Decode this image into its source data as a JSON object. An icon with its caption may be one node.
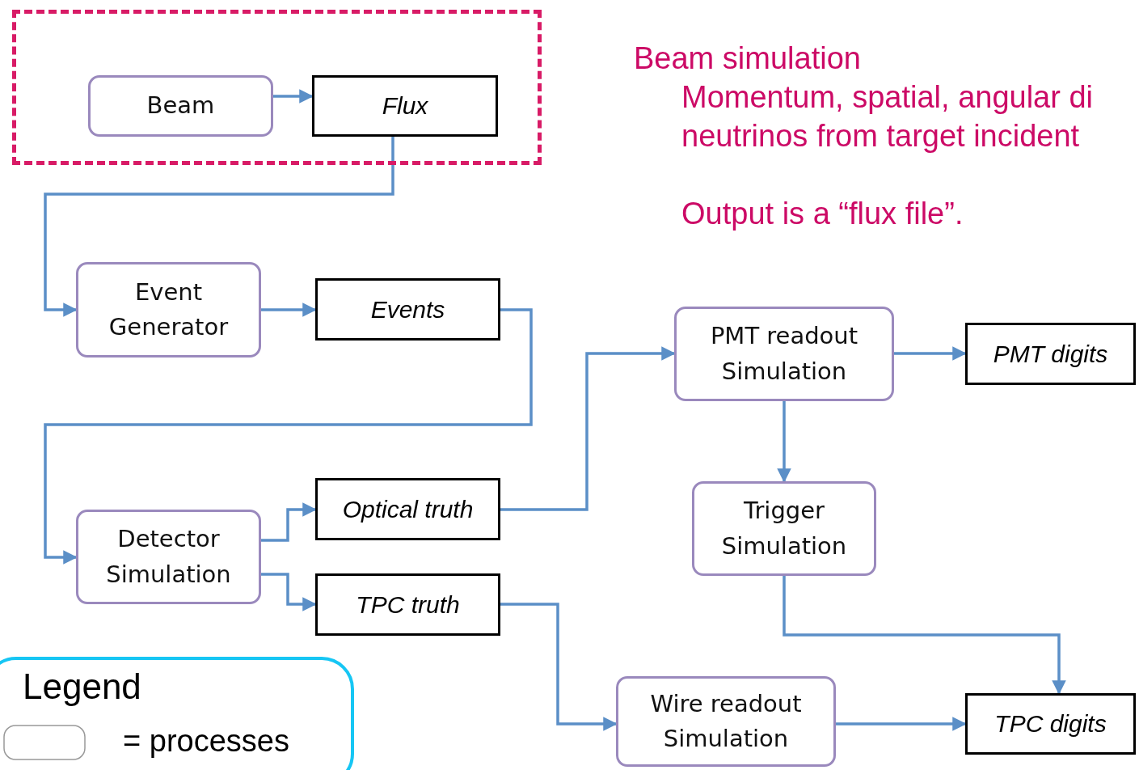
{
  "diagram": {
    "nodes": [
      {
        "text": [],
        "shape": "box"
      },
      {
        "text": [
          "Beam"
        ],
        "in": 0
      },
      {
        "text": [
          "Flux"
        ],
        "in": 0
      },
      {
        "text": [
          "Event Generator"
        ]
      },
      {
        "text": [
          "Events"
        ]
      },
      {
        "text": [
          "Detector Simulation"
        ]
      },
      {
        "text": [
          "Optical truth"
        ]
      },
      {
        "text": [
          "TPC truth"
        ]
      },
      {
        "text": [
          "PMT readout Simulation"
        ]
      },
      {
        "text": [
          "PMT digits"
        ]
      },
      {
        "text": [
          "Trigger Simulation"
        ]
      },
      {
        "text": [
          "Wire readout Simulation"
        ]
      },
      {
        "text": [
          "TPC digits"
        ]
      }
    ],
    "edges": [
      {
        "from": 1,
        "to": 2,
        "arrow": "to"
      },
      {
        "from": 2,
        "to": 3,
        "arrow": "to"
      },
      {
        "from": 3,
        "to": 4,
        "arrow": "to"
      },
      {
        "from": 4,
        "to": 5,
        "arrow": "to"
      },
      {
        "from": 5,
        "to": 6,
        "arrow": "to"
      },
      {
        "from": 5,
        "to": 7,
        "arrow": "to"
      },
      {
        "from": 6,
        "to": 8,
        "arrow": "to"
      },
      {
        "from": 8,
        "to": 9,
        "arrow": "to"
      },
      {
        "from": 8,
        "to": 10,
        "arrow": "to"
      },
      {
        "from": 10,
        "to": 12,
        "arrow": "to"
      },
      {
        "from": 7,
        "to": 11,
        "arrow": "to"
      },
      {
        "from": 11,
        "to": 12,
        "arrow": "to"
      }
    ],
    "labels": [
      "Beam simulation",
      "Momentum, spatial, angular di neutrinos from target incident",
      "Output is a “flux file”.",
      "Legend"
    ],
    "legend": [
      {
        "text": "= processes"
      }
    ]
  }
}
